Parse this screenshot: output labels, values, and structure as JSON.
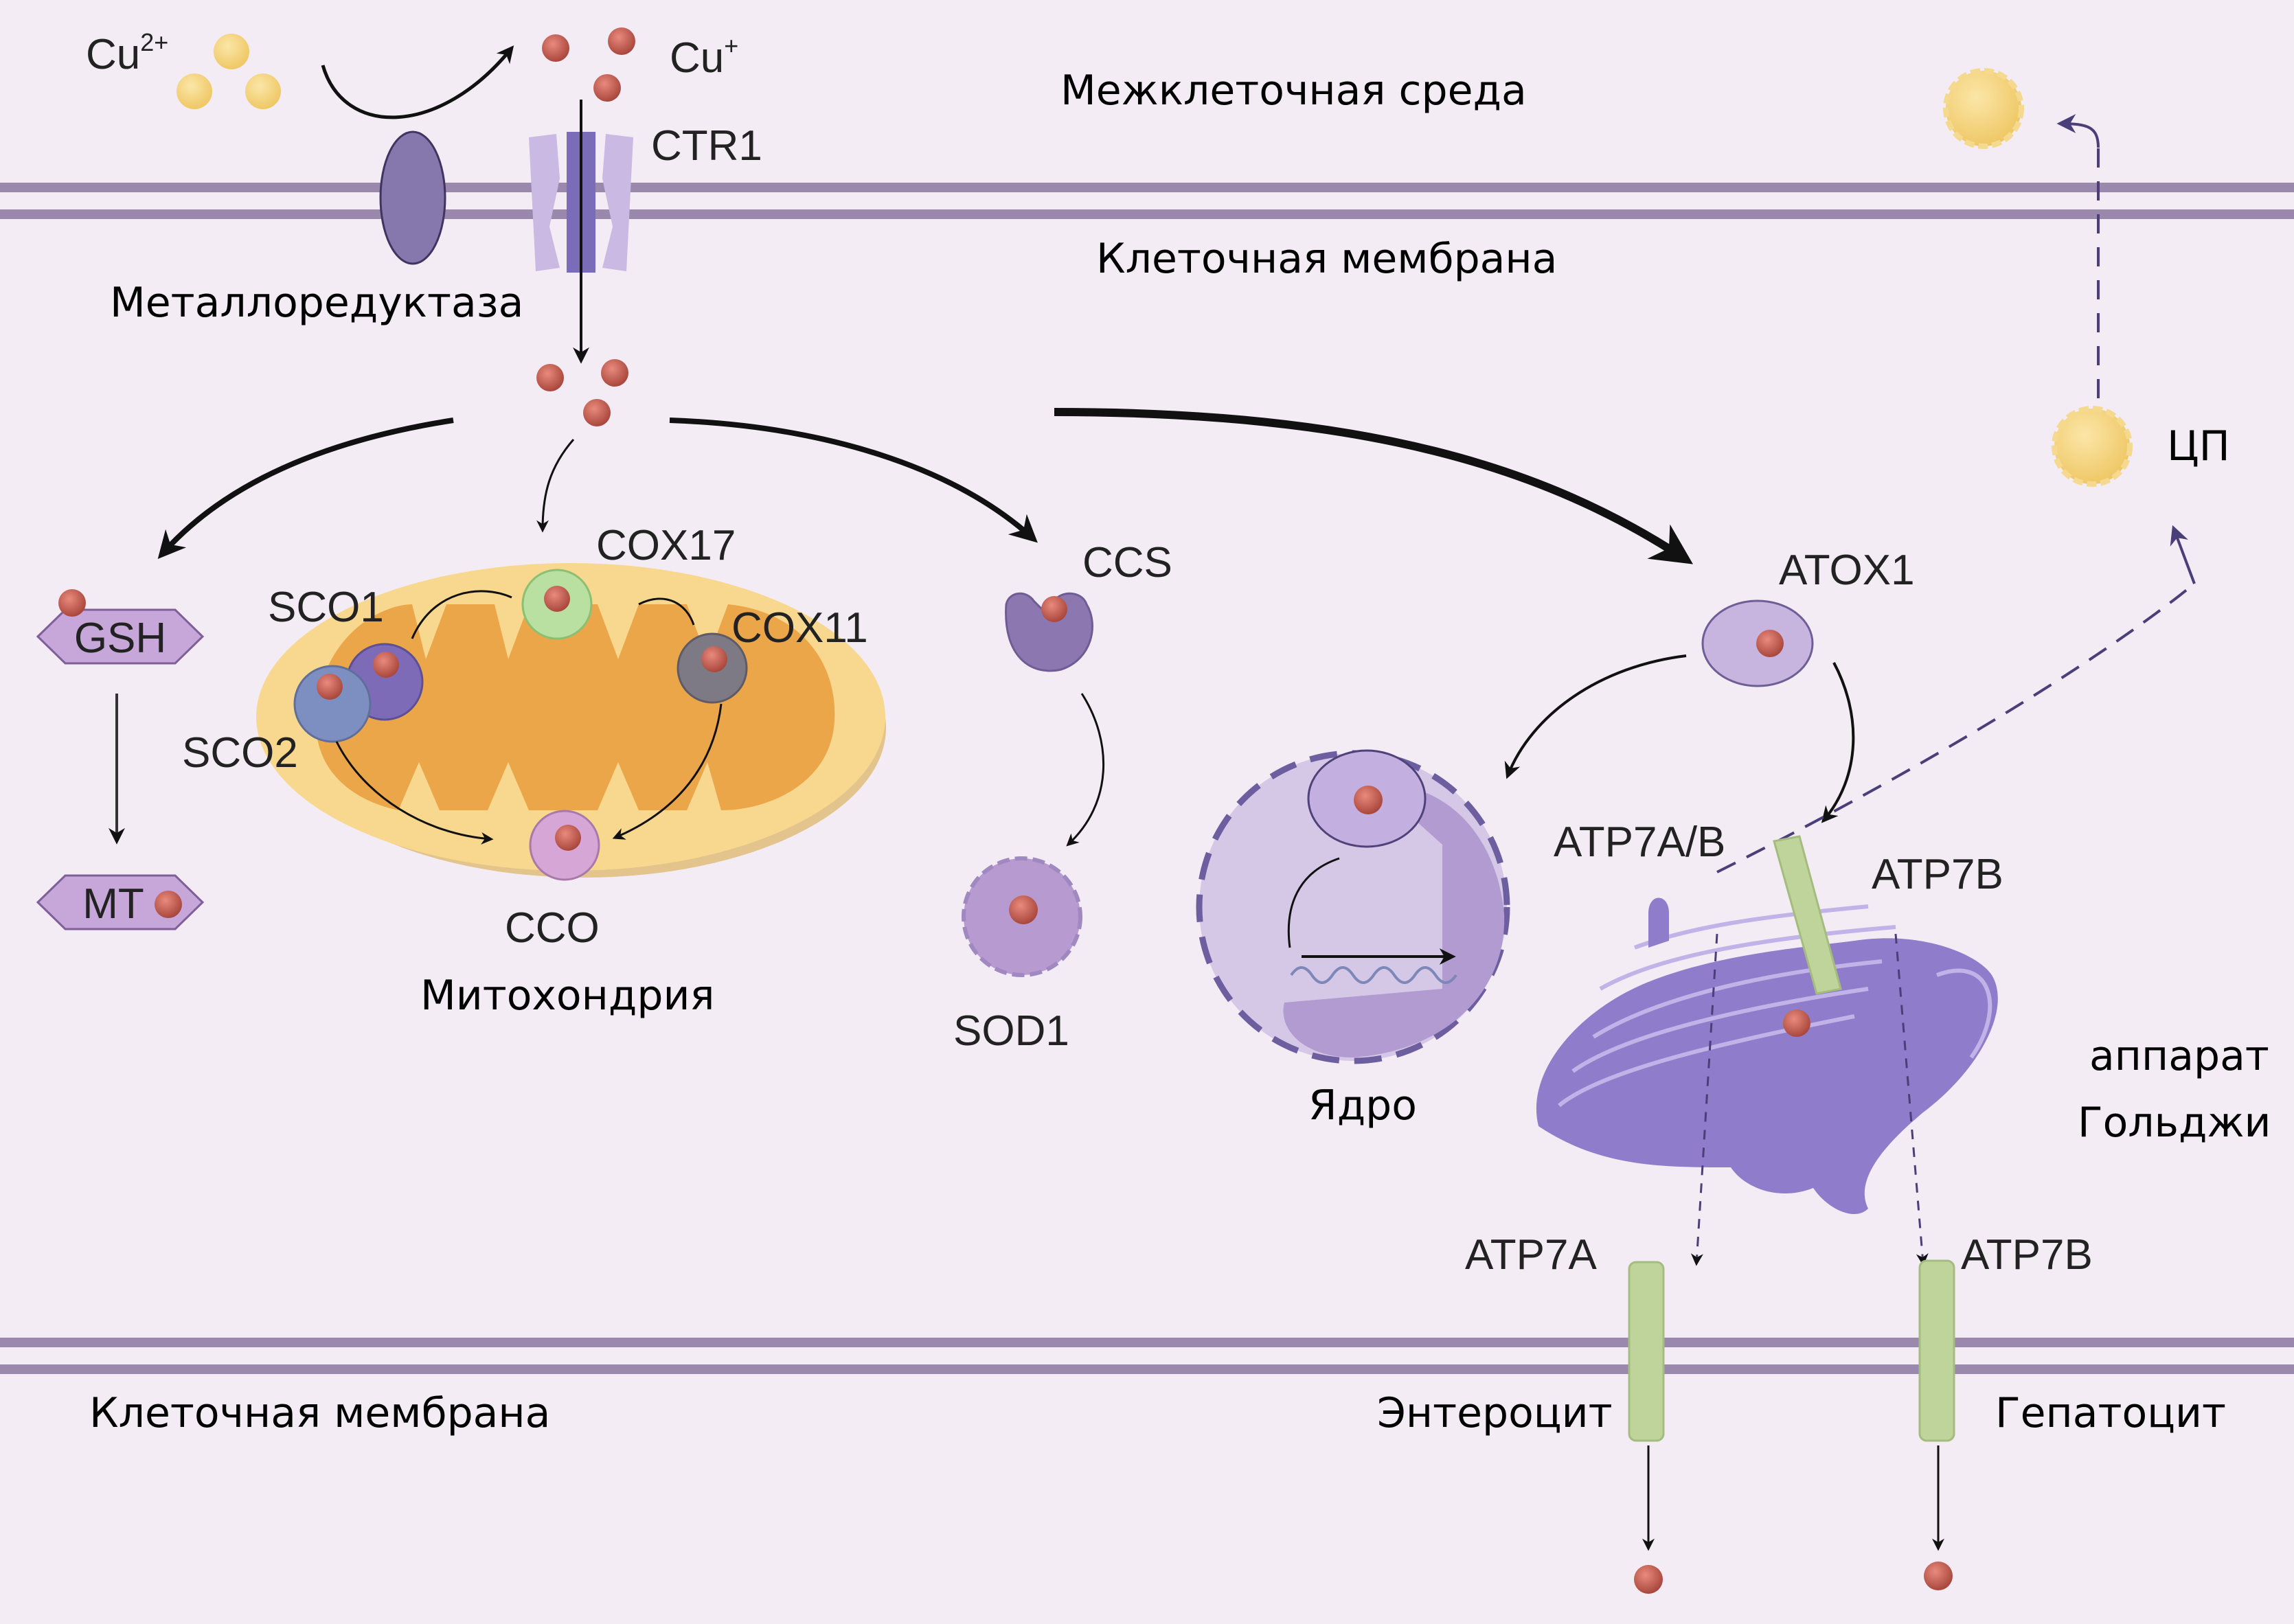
{
  "colors": {
    "background": "#f3ecf4",
    "membrane": "#9a88ad",
    "cu_plus": "#b55a4e",
    "cu_2plus": "#f2d27a",
    "mito_outer": "#f6d48a",
    "mito_inner": "#eaa54a",
    "protein_purple": "#9e8cc6",
    "golgi": "#8f7ccb",
    "atp_cylinder": "#bfd49a",
    "cox17": "#b9e0a0",
    "sco2": "#7d8fc0",
    "sco1": "#7e6bb8",
    "cox11": "#7d7a86",
    "cco": "#d6a6d6",
    "ceruloplasmin": "#f6d27d"
  },
  "regions": {
    "extracellular": "Межклеточная среда",
    "membrane_top": "Клеточная мембрана",
    "membrane_bottom": "Клеточная мембрана"
  },
  "ions": {
    "cu2": "Cu",
    "cu2_charge": "2+",
    "cu1": "Cu",
    "cu1_charge": "+"
  },
  "labels": {
    "metalloreductase": "Металлоредуктаза",
    "ctr1": "CTR1",
    "gsh": "GSH",
    "mt": "MT",
    "cox17": "COX17",
    "sco1": "SCO1",
    "sco2": "SCO2",
    "cox11": "COX11",
    "cco": "CCO",
    "mitochondria": "Митохондрия",
    "ccs": "CCS",
    "sod1": "SOD1",
    "atox1": "ATOX1",
    "nucleus": "Ядро",
    "ceruloplasmin": "ЦП",
    "atp7ab": "ATP7A/B",
    "atp7b_golgi": "ATP7B",
    "golgi_line1": "аппарат",
    "golgi_line2": "Гольджи",
    "atp7a": "ATP7A",
    "atp7b": "ATP7B",
    "enterocyte": "Энтероцит",
    "hepatocyte": "Гепатоцит"
  }
}
